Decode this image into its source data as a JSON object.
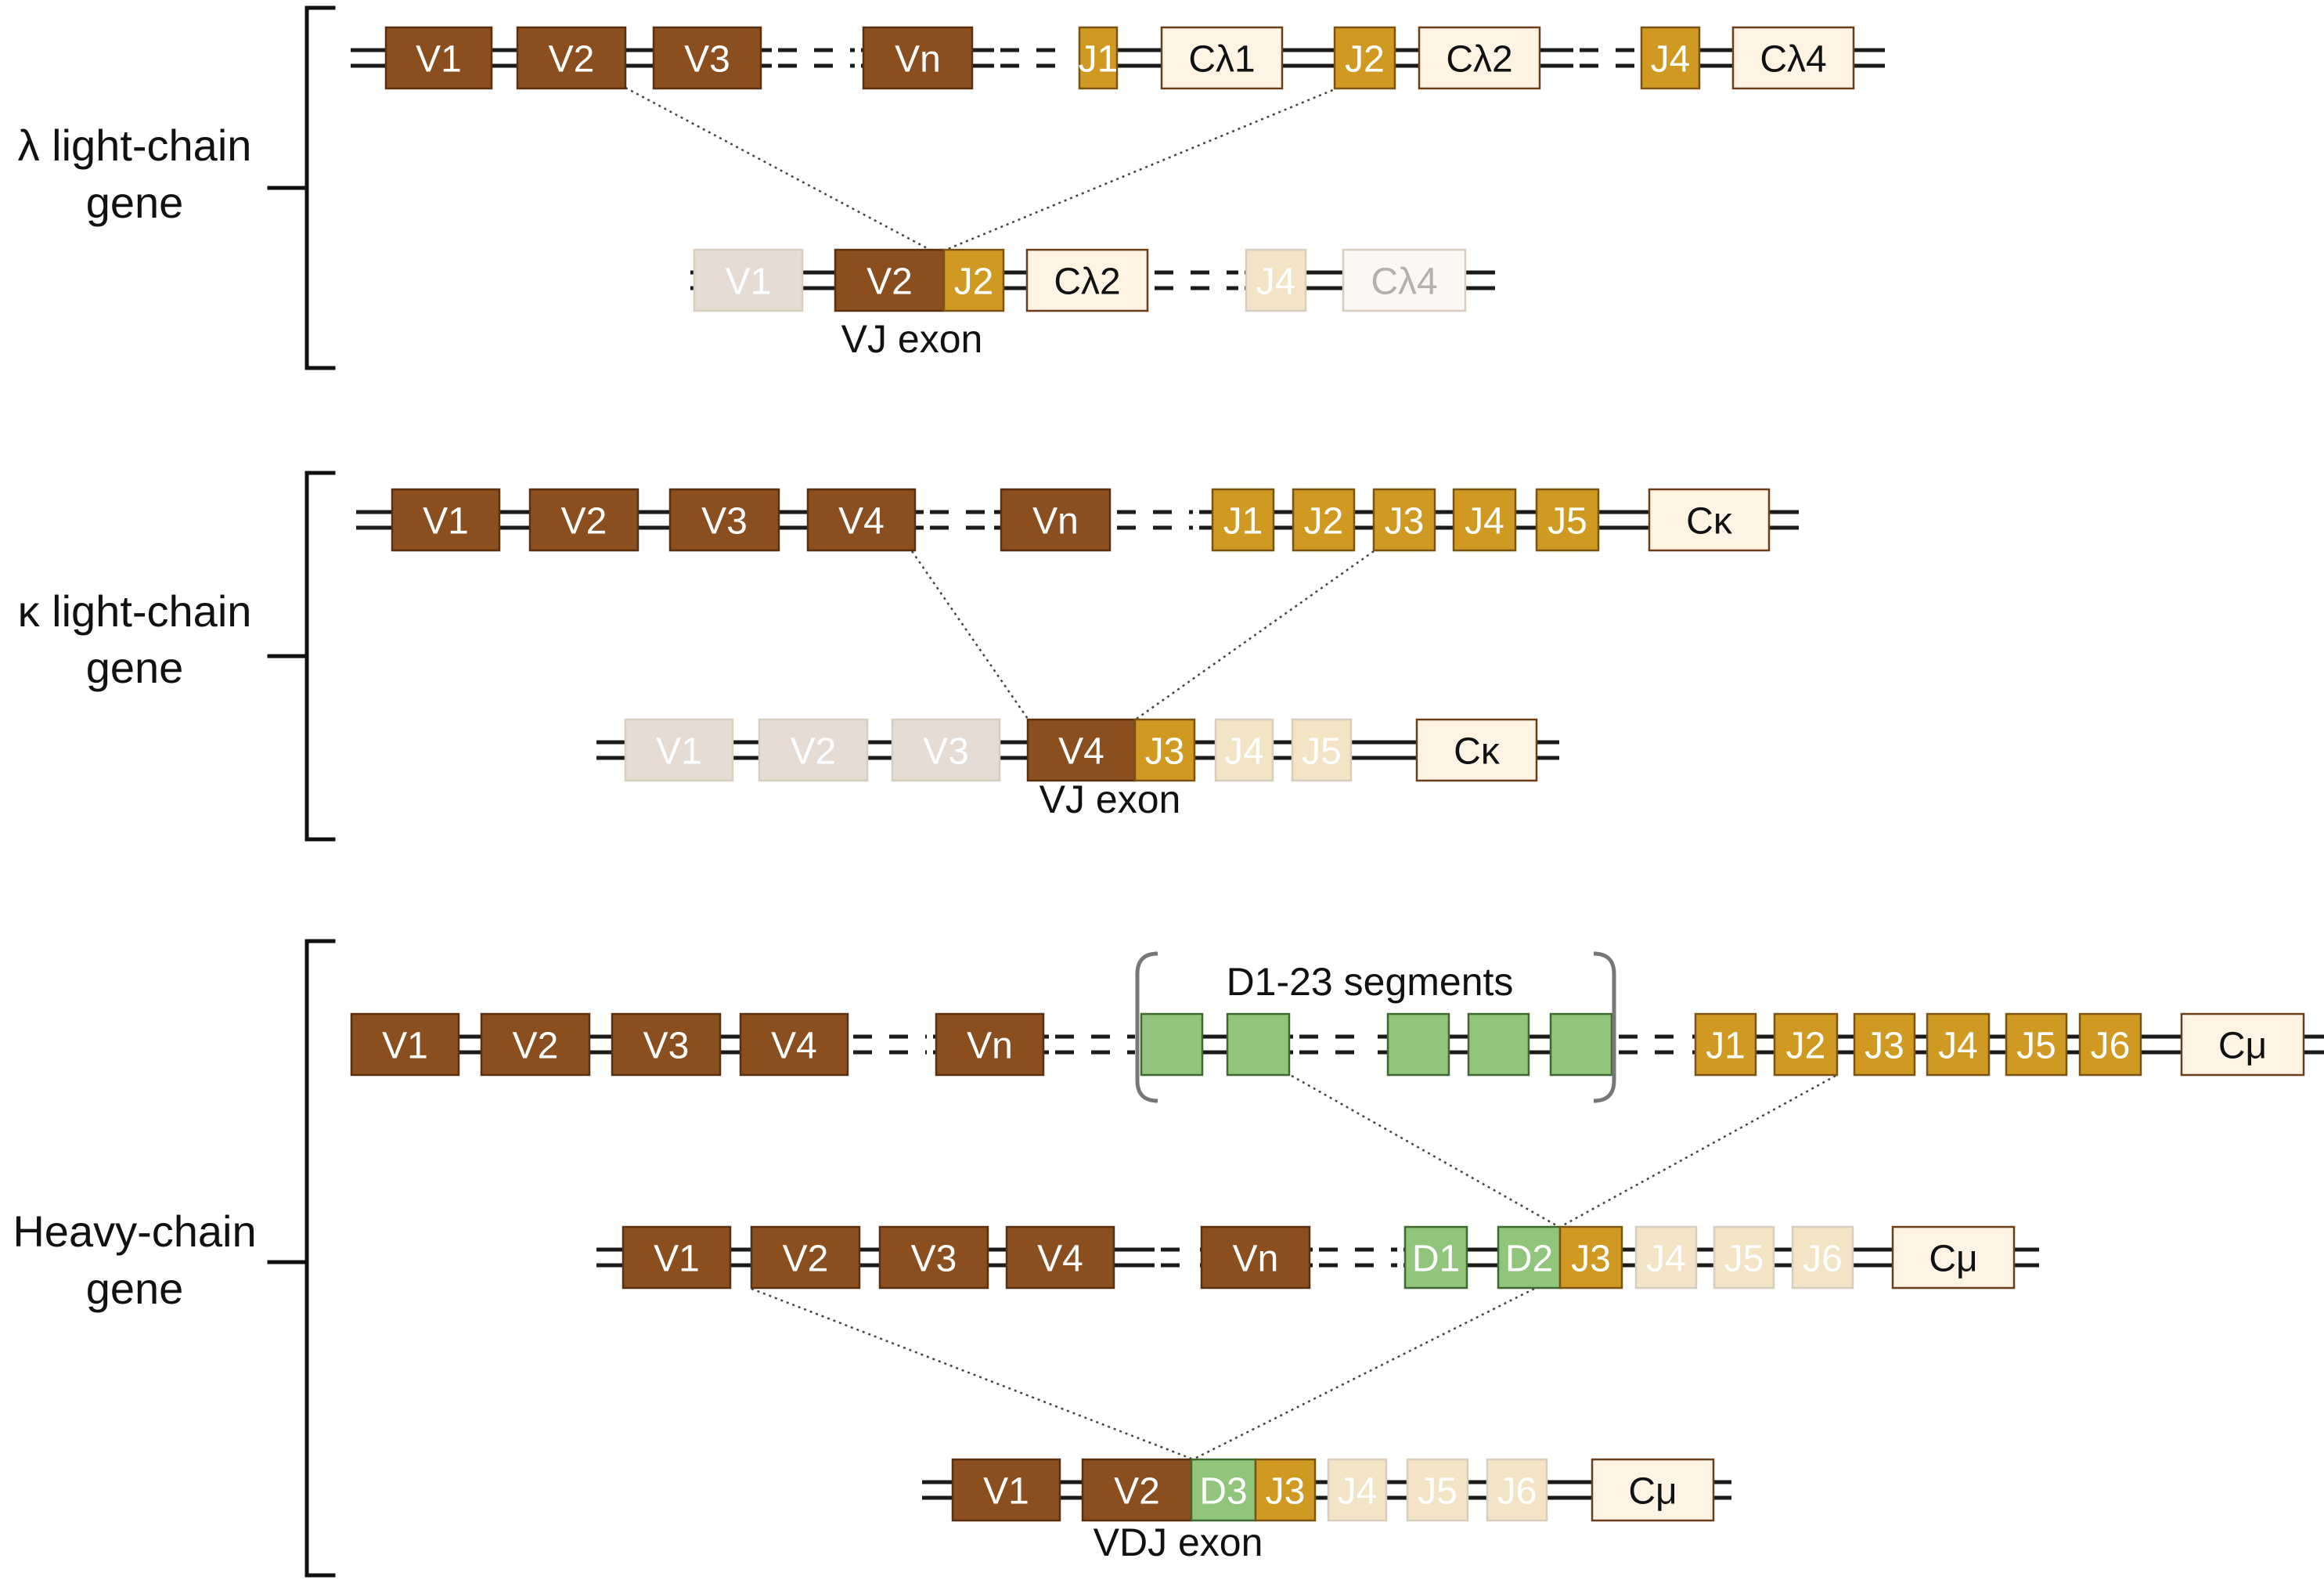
{
  "palette": {
    "v": "#8B4E1E",
    "v_faded": "#E6DCD3",
    "j": "#D09A22",
    "j_faded": "#F2E4C4",
    "d": "#92C57C",
    "c": "#FFF3E4",
    "c_faded": "#FBF7F2",
    "c_border": "#6B3E1A",
    "line": "#1a1a1a",
    "dotted": "#444444",
    "bracket": "#111111",
    "curly": "#777777"
  },
  "sections": [
    {
      "id": "lambda",
      "gene_label_lines": [
        "λ light-chain",
        "gene"
      ],
      "exon_label": "VJ exon",
      "rows": [
        {
          "name": "lambda-germline",
          "segments": [
            {
              "label": "V1",
              "kind": "v"
            },
            {
              "label": "V2",
              "kind": "v"
            },
            {
              "label": "V3",
              "kind": "v"
            },
            {
              "label": "Vn",
              "kind": "v"
            },
            {
              "label": "J1",
              "kind": "j"
            },
            {
              "label": "Cλ1",
              "kind": "c"
            },
            {
              "label": "J2",
              "kind": "j"
            },
            {
              "label": "Cλ2",
              "kind": "c"
            },
            {
              "label": "J4",
              "kind": "j"
            },
            {
              "label": "Cλ4",
              "kind": "c"
            }
          ]
        },
        {
          "name": "lambda-rearranged",
          "segments": [
            {
              "label": "V1",
              "kind": "v_faded"
            },
            {
              "label": "V2",
              "kind": "v"
            },
            {
              "label": "J2",
              "kind": "j"
            },
            {
              "label": "Cλ2",
              "kind": "c"
            },
            {
              "label": "J4",
              "kind": "j_faded"
            },
            {
              "label": "Cλ4",
              "kind": "c_faded"
            }
          ]
        }
      ]
    },
    {
      "id": "kappa",
      "gene_label_lines": [
        "κ light-chain",
        "gene"
      ],
      "exon_label": "VJ exon",
      "rows": [
        {
          "name": "kappa-germline",
          "segments": [
            {
              "label": "V1",
              "kind": "v"
            },
            {
              "label": "V2",
              "kind": "v"
            },
            {
              "label": "V3",
              "kind": "v"
            },
            {
              "label": "V4",
              "kind": "v"
            },
            {
              "label": "Vn",
              "kind": "v"
            },
            {
              "label": "J1",
              "kind": "j"
            },
            {
              "label": "J2",
              "kind": "j"
            },
            {
              "label": "J3",
              "kind": "j"
            },
            {
              "label": "J4",
              "kind": "j"
            },
            {
              "label": "J5",
              "kind": "j"
            },
            {
              "label": "Cκ",
              "kind": "c"
            }
          ]
        },
        {
          "name": "kappa-rearranged",
          "segments": [
            {
              "label": "V1",
              "kind": "v_faded"
            },
            {
              "label": "V2",
              "kind": "v_faded"
            },
            {
              "label": "V3",
              "kind": "v_faded"
            },
            {
              "label": "V4",
              "kind": "v"
            },
            {
              "label": "J3",
              "kind": "j"
            },
            {
              "label": "J4",
              "kind": "j_faded"
            },
            {
              "label": "J5",
              "kind": "j_faded"
            },
            {
              "label": "Cκ",
              "kind": "c"
            }
          ]
        }
      ]
    },
    {
      "id": "heavy",
      "gene_label_lines": [
        "Heavy-chain",
        "gene"
      ],
      "exon_label": "VDJ exon",
      "d_group_label": "D1-23 segments",
      "rows": [
        {
          "name": "heavy-germline",
          "segments": [
            {
              "label": "V1",
              "kind": "v"
            },
            {
              "label": "V2",
              "kind": "v"
            },
            {
              "label": "V3",
              "kind": "v"
            },
            {
              "label": "V4",
              "kind": "v"
            },
            {
              "label": "Vn",
              "kind": "v"
            },
            {
              "label": "",
              "kind": "d"
            },
            {
              "label": "",
              "kind": "d"
            },
            {
              "label": "",
              "kind": "d"
            },
            {
              "label": "",
              "kind": "d"
            },
            {
              "label": "",
              "kind": "d"
            },
            {
              "label": "J1",
              "kind": "j"
            },
            {
              "label": "J2",
              "kind": "j"
            },
            {
              "label": "J3",
              "kind": "j"
            },
            {
              "label": "J4",
              "kind": "j"
            },
            {
              "label": "J5",
              "kind": "j"
            },
            {
              "label": "J6",
              "kind": "j"
            },
            {
              "label": "Cμ",
              "kind": "c"
            }
          ]
        },
        {
          "name": "heavy-dj-rearranged",
          "segments": [
            {
              "label": "V1",
              "kind": "v"
            },
            {
              "label": "V2",
              "kind": "v"
            },
            {
              "label": "V3",
              "kind": "v"
            },
            {
              "label": "V4",
              "kind": "v"
            },
            {
              "label": "Vn",
              "kind": "v"
            },
            {
              "label": "D1",
              "kind": "d"
            },
            {
              "label": "D2",
              "kind": "d"
            },
            {
              "label": "J3",
              "kind": "j"
            },
            {
              "label": "J4",
              "kind": "j_faded"
            },
            {
              "label": "J5",
              "kind": "j_faded"
            },
            {
              "label": "J6",
              "kind": "j_faded"
            },
            {
              "label": "Cμ",
              "kind": "c"
            }
          ]
        },
        {
          "name": "heavy-vdj-rearranged",
          "segments": [
            {
              "label": "V1",
              "kind": "v"
            },
            {
              "label": "V2",
              "kind": "v"
            },
            {
              "label": "D3",
              "kind": "d"
            },
            {
              "label": "J3",
              "kind": "j"
            },
            {
              "label": "J4",
              "kind": "j_faded"
            },
            {
              "label": "J5",
              "kind": "j_faded"
            },
            {
              "label": "J6",
              "kind": "j_faded"
            },
            {
              "label": "Cμ",
              "kind": "c"
            }
          ]
        }
      ]
    }
  ]
}
